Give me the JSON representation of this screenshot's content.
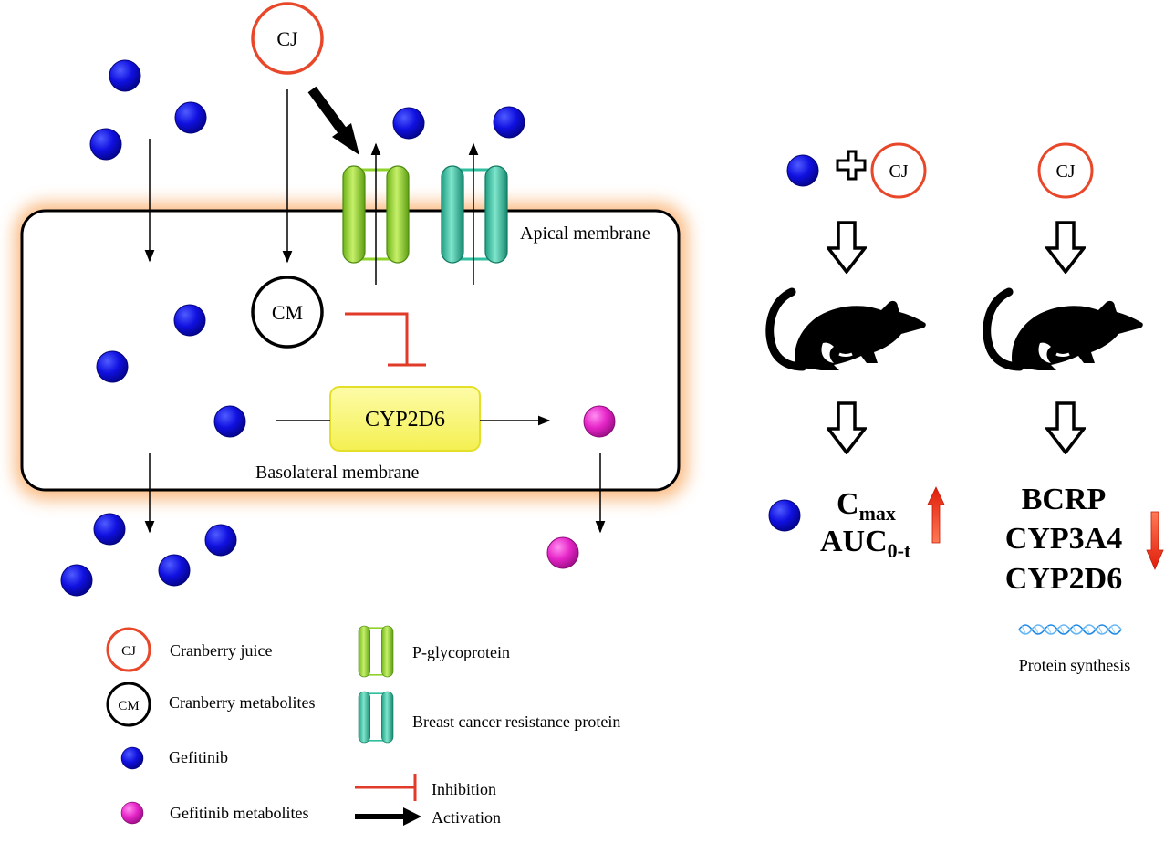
{
  "labels": {
    "cj": "CJ",
    "cm": "CM",
    "cyp_box": "CYP2D6",
    "apical": "Apical membrane",
    "basolateral": "Basolateral membrane"
  },
  "results": {
    "cmax_main": "C",
    "cmax_sub": "max",
    "auc_main": "AUC",
    "auc_sub": "0-t",
    "bcrp": "BCRP",
    "cyp3a4": "CYP3A4",
    "cyp2d6": "CYP2D6",
    "protein_synthesis": "Protein synthesis"
  },
  "legend": {
    "cranberry_juice": "Cranberry juice",
    "cranberry_metabolites": "Cranberry metabolites",
    "gefitinib": "Gefitinib",
    "gefitinib_metabolites": "Gefitinib metabolites",
    "p_glycoprotein": "P-glycoprotein",
    "bcrp": "Breast cancer resistance protein",
    "inhibition": "Inhibition",
    "activation": "Activation"
  },
  "colors": {
    "gefitinib": "#0a0ad8",
    "metabolite": "#e020c0",
    "cj_ring": "#e8472a",
    "inhibit": "#e03a28",
    "up_arrow": "#e8321a",
    "pgp": "#8fd32a",
    "bcrp": "#2fbf9f",
    "cyp_fill": "#fbf97a",
    "cell_glow": "#f7a35c"
  }
}
